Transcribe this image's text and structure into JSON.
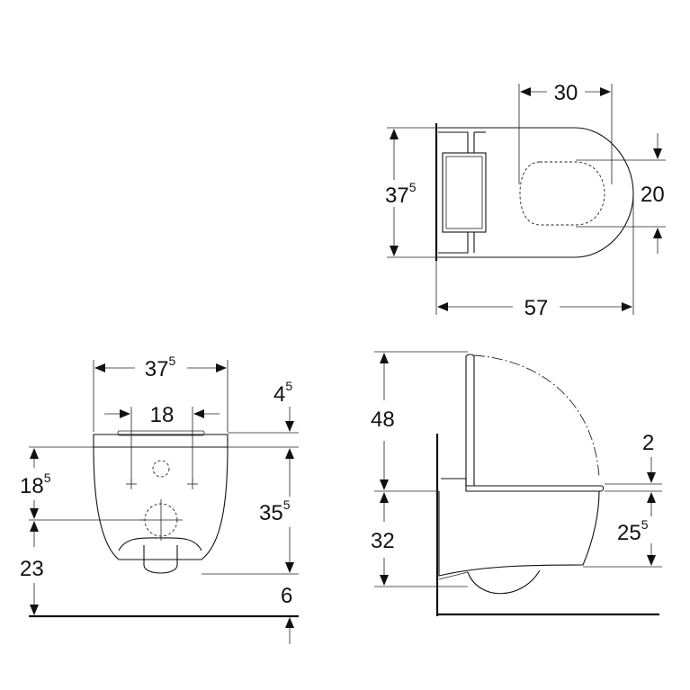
{
  "top_view": {
    "width_front": {
      "main": "37",
      "sup": "5"
    },
    "length": {
      "main": "57",
      "sup": ""
    },
    "bowl_width": {
      "main": "30",
      "sup": ""
    },
    "bowl_opening": {
      "main": "20",
      "sup": ""
    }
  },
  "front_view": {
    "overall_width": {
      "main": "37",
      "sup": "5"
    },
    "bolt_spacing": {
      "main": "18",
      "sup": ""
    },
    "top_offset": {
      "main": "4",
      "sup": "5"
    },
    "bolt_height": {
      "main": "18",
      "sup": "5"
    },
    "outlet_height": {
      "main": "23",
      "sup": ""
    },
    "body_height": {
      "main": "35",
      "sup": "5"
    },
    "floor_clearance": {
      "main": "6",
      "sup": ""
    }
  },
  "side_view": {
    "seat_open_height": {
      "main": "48",
      "sup": ""
    },
    "seat_height": {
      "main": "32",
      "sup": ""
    },
    "seat_thickness": {
      "main": "2",
      "sup": ""
    },
    "rim_height": {
      "main": "25",
      "sup": "5"
    }
  }
}
